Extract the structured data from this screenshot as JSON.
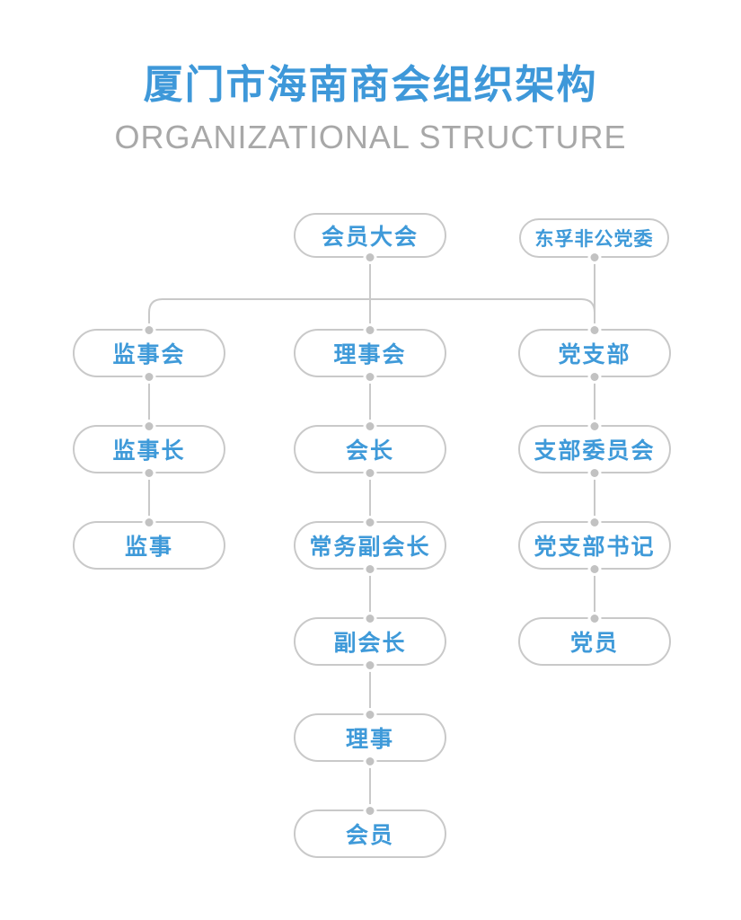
{
  "header": {
    "title": "厦门市海南商会组织架构",
    "subtitle": "ORGANIZATIONAL STRUCTURE"
  },
  "colors": {
    "title_blue": "#3e98d9",
    "node_text_blue": "#3f9ad9",
    "subtitle_gray": "#a8a8a8",
    "border_gray": "#c9c9c9",
    "connector_gray": "#c9c9c9",
    "dot_gray": "#c2c2c2",
    "background": "#ffffff"
  },
  "chart": {
    "type": "org-chart",
    "nodes": [
      {
        "id": "members-assembly",
        "label": "会员大会"
      },
      {
        "id": "dongfu-non-public-party-committee",
        "label": "东孚非公党委"
      },
      {
        "id": "supervisory-board",
        "label": "监事会"
      },
      {
        "id": "council",
        "label": "理事会"
      },
      {
        "id": "party-branch",
        "label": "党支部"
      },
      {
        "id": "chief-supervisor",
        "label": "监事长"
      },
      {
        "id": "president",
        "label": "会长"
      },
      {
        "id": "branch-committee",
        "label": "支部委员会"
      },
      {
        "id": "supervisor",
        "label": "监事"
      },
      {
        "id": "executive-vice-president",
        "label": "常务副会长"
      },
      {
        "id": "party-branch-secretary",
        "label": "党支部书记"
      },
      {
        "id": "vice-president",
        "label": "副会长"
      },
      {
        "id": "party-member",
        "label": "党员"
      },
      {
        "id": "director",
        "label": "理事"
      },
      {
        "id": "member",
        "label": "会员"
      }
    ],
    "edges": [
      {
        "from": "会员大会",
        "to": "监事会"
      },
      {
        "from": "会员大会",
        "to": "理事会"
      },
      {
        "from": "会员大会",
        "to": "党支部"
      },
      {
        "from": "东孚非公党委",
        "to": "党支部"
      },
      {
        "from": "监事会",
        "to": "监事长"
      },
      {
        "from": "监事长",
        "to": "监事"
      },
      {
        "from": "理事会",
        "to": "会长"
      },
      {
        "from": "会长",
        "to": "常务副会长"
      },
      {
        "from": "常务副会长",
        "to": "副会长"
      },
      {
        "from": "副会长",
        "to": "理事"
      },
      {
        "from": "理事",
        "to": "会员"
      },
      {
        "from": "党支部",
        "to": "支部委员会"
      },
      {
        "from": "支部委员会",
        "to": "党支部书记"
      },
      {
        "from": "党支部书记",
        "to": "党员"
      }
    ]
  }
}
